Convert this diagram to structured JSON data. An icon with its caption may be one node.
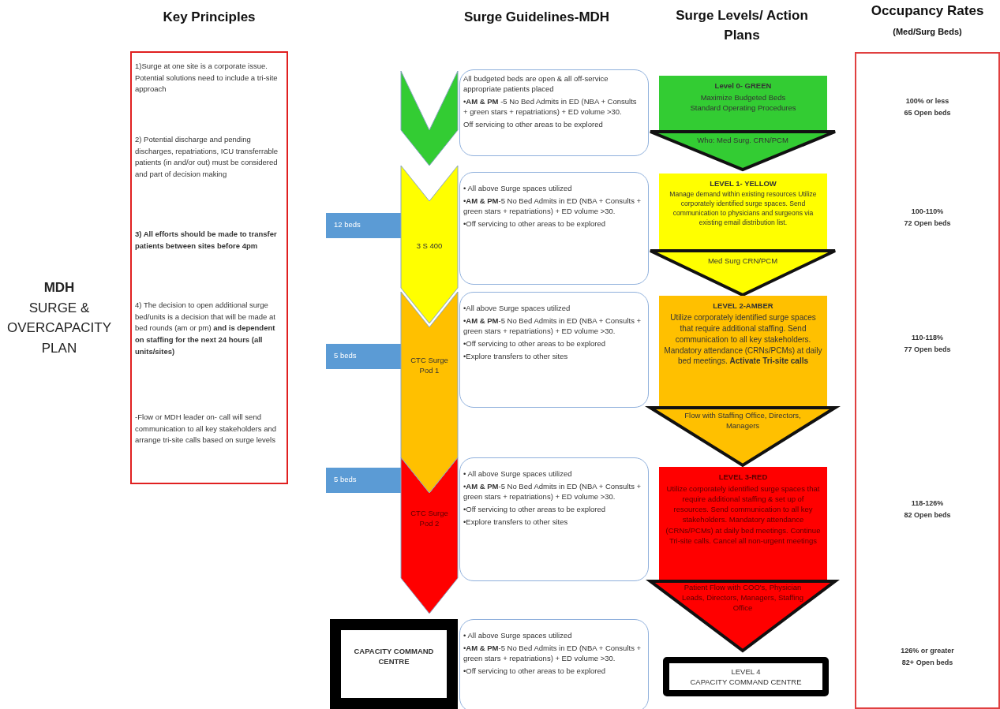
{
  "diagram": {
    "title": "**MDH** SURGE & OVERCAPACITY PLAN",
    "nodes": [
      {
        "text": [
          "Key Principles",
          "1)Surge at one site is a corporate issue. Potential solutions need to include a tri-site approach",
          "2) Potential discharge and pending discharges, repatriations, ICU transferrable patients (in and/or out) must be considered and part of decision making",
          "3) All efforts should be made to transfer patients  between sites before 4pm",
          "4) The decision to open additional surge bed/units is a decision that will be made at bed rounds (am or pm) **and is dependent on staffing for the next 24 hours (all units/sites)**",
          "-Flow or MDH leader on- call will send communication to all key stakeholders  and arrange tri-site calls based on surge levels"
        ]
      },
      {
        "text": [],
        "shape": "chevron"
      },
      {
        "text": [
          "3 S 400"
        ]
      },
      {
        "text": [
          "CTC Surge Pod 1"
        ]
      },
      {
        "text": [
          "CTC Surge Pod 2"
        ]
      },
      {
        "text": [
          "CAPACITY COMMAND CENTRE"
        ]
      },
      {
        "text": [
          "12 beds"
        ]
      },
      {
        "text": [
          "5  beds"
        ]
      },
      {
        "text": [
          "5 beds"
        ]
      },
      {
        "text": [
          "All budgeted beds are open & all off-service appropriate patients placed",
          "•**AM & PM** -5 No Bed Admits in ED (NBA + Consults + green stars + repatriations) + ED volume >30.",
          "Off servicing to other areas to be explored"
        ]
      },
      {
        "text": [
          "• All above Surge spaces utilized",
          "•**AM & PM**-5 No Bed Admits in ED (NBA + Consults + green stars + repatriations) + ED volume >30.",
          "•Off servicing to other areas to be explored"
        ]
      },
      {
        "text": [
          "•All above Surge spaces utilized",
          "•**AM & PM**-5 No Bed Admits in ED (NBA + Consults + green stars + repatriations) + ED volume >30.",
          "•Off servicing to other areas to be explored",
          "•Explore transfers to other sites"
        ]
      },
      {
        "text": [
          "• All above Surge spaces utilized",
          "•**AM & PM**-5 No Bed Admits in ED (NBA + Consults + green stars + repatriations) + ED volume >30.",
          "•Off servicing to other areas to be explored",
          "•Explore transfers to other sites"
        ]
      },
      {
        "text": [
          "• All above Surge spaces utilized",
          "•**AM & PM**-5 No Bed Admits in ED (NBA + Consults + green stars + repatriations) + ED volume >30.",
          "•Off servicing to other areas to be explored"
        ]
      },
      {
        "text": [
          "Level 0- GREEN",
          "Maximize Budgeted Beds",
          "Standard Operating Procedures"
        ]
      },
      {
        "text": [
          "Who: Med Surg. CRN/PCM"
        ]
      },
      {
        "text": [
          "LEVEL 1- YELLOW",
          "Manage demand within existing resources Utilize corporately identified surge spaces. Send communication to physicians and surgeons via existing email distribution list."
        ]
      },
      {
        "text": [
          "Med Surg CRN/PCM"
        ]
      },
      {
        "text": [
          "LEVEL 2-AMBER",
          "Utilize corporately identified surge spaces that require additional staffing.  Send communication to all key stakeholders. Mandatory attendance (CRNs/PCMs) at daily bed meetings. **Activate Tri-site calls**"
        ]
      },
      {
        "text": [
          "Flow with Staffing Office, Directors, Managers"
        ]
      },
      {
        "text": [
          "LEVEL 3-RED",
          "Utilize corporately identified surge spaces that require additional staffing & set up of resources. Send communication to all key stakeholders. Mandatory attendance (CRNs/PCMs) at daily bed meetings. Continue Tri-site calls. Cancel all non-urgent meetings"
        ]
      },
      {
        "text": [
          "Patient Flow with COO's, Physician Leads, Directors, Managers, Staffing Office"
        ]
      },
      {
        "text": [
          "LEVEL 4",
          "CAPACITY COMMAND CENTRE"
        ]
      },
      {
        "text": [
          "Occupancy Rates",
          "(Med/Surg Beds)",
          "100% or less",
          "65 Open beds",
          "100-110%",
          "72  Open beds",
          "110-118%",
          "77 Open beds",
          "118-126%",
          "82 Open beds",
          "126% or greater",
          "82+ Open beds"
        ]
      }
    ],
    "labels": [
      "Surge Guidelines-MDH",
      "Surge Levels/ Action Plans"
    ]
  }
}
